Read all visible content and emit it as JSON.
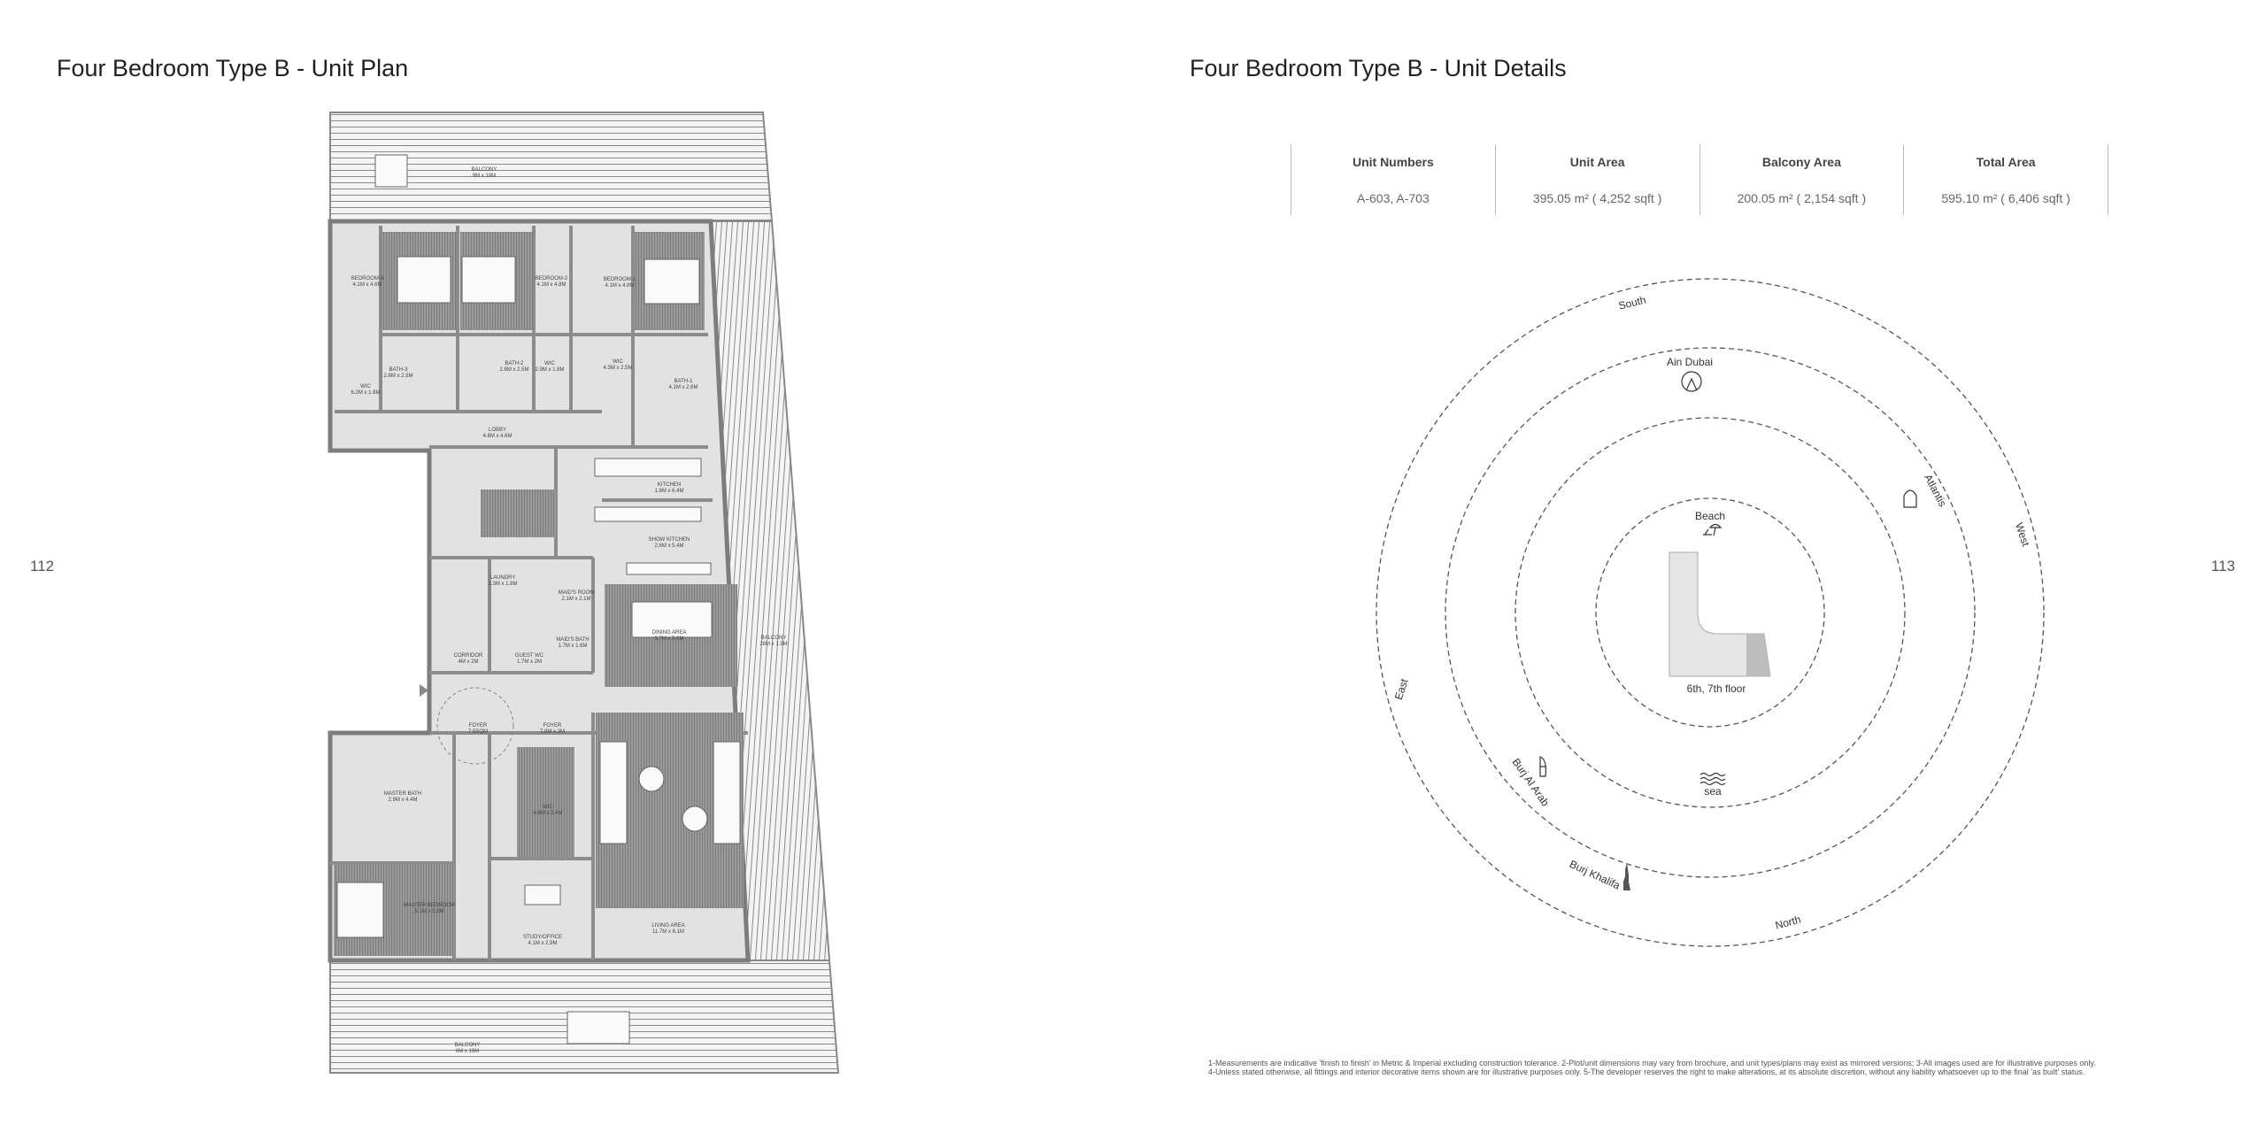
{
  "left_page": {
    "title": "Four Bedroom Type B - Unit Plan",
    "page_number": "112",
    "rooms": [
      {
        "name": "BALCONY",
        "dims": "9M x 18M"
      },
      {
        "name": "BEDROOM-3",
        "dims": "4.1M x 4.6M"
      },
      {
        "name": "BEDROOM-2",
        "dims": "4.1M x 4.8M"
      },
      {
        "name": "BEDROOM-1",
        "dims": "4.1M x 4.8M"
      },
      {
        "name": "BATH-3",
        "dims": "2.8M x 2.5M"
      },
      {
        "name": "BATH-2",
        "dims": "2.8M x 2.5M"
      },
      {
        "name": "WIC",
        "dims": "2.9M x 1.8M"
      },
      {
        "name": "WIC",
        "dims": "4.3M x 2.5M"
      },
      {
        "name": "BATH-1",
        "dims": "4.1M x 2.6M"
      },
      {
        "name": "WIC",
        "dims": "6.2M x 1.8M"
      },
      {
        "name": "LOBBY",
        "dims": "4.8M x 4.6M"
      },
      {
        "name": "KITCHEN",
        "dims": "1.8M x 6.4M"
      },
      {
        "name": "SHOW KITCHEN",
        "dims": "2.6M x 5.4M"
      },
      {
        "name": "LAUNDRY",
        "dims": "1.3M x 1.8M"
      },
      {
        "name": "MAID'S ROOM",
        "dims": "2.1M x 2.1M"
      },
      {
        "name": "DINING AREA",
        "dims": "3.7M x 5.6M"
      },
      {
        "name": "MAID'S BATH",
        "dims": "1.7M x 1.6M"
      },
      {
        "name": "GUEST WC",
        "dims": "1.7M x 2M"
      },
      {
        "name": "CORRIDOR",
        "dims": "4M x 2M"
      },
      {
        "name": "BALCONY",
        "dims": "28M x 1.9M"
      },
      {
        "name": "FOYER",
        "dims": "7.5SQM"
      },
      {
        "name": "FOYER",
        "dims": "7.8M x 2M"
      },
      {
        "name": "MASTER BATH",
        "dims": "2.9M x 4.4M"
      },
      {
        "name": "WIC",
        "dims": "4.6M x 2.4M"
      },
      {
        "name": "MASTER BEDROOM",
        "dims": "5.1M x 5.8M"
      },
      {
        "name": "STUDY/OFFICE",
        "dims": "4.1M x 2.9M"
      },
      {
        "name": "LIVING AREA",
        "dims": "11.7M x 6.1M"
      },
      {
        "name": "BALCONY",
        "dims": "6M x 19M"
      }
    ]
  },
  "right_page": {
    "title": "Four Bedroom Type B - Unit Details",
    "page_number": "113",
    "table": [
      {
        "header": "Unit Numbers",
        "value": "A-603, A-703"
      },
      {
        "header": "Unit Area",
        "value": "395.05 m² ( 4,252 sqft )"
      },
      {
        "header": "Balcony Area",
        "value": "200.05 m² ( 2,154 sqft )"
      },
      {
        "header": "Total Area",
        "value": "595.10 m² (  6,406 sqft )"
      }
    ],
    "compass": {
      "south": "South",
      "west": "West",
      "east": "East",
      "north": "North",
      "ain_dubai": "Ain Dubai",
      "atlantis": "Atlantis",
      "beach": "Beach",
      "floor": "6th, 7th floor",
      "sea": "sea",
      "burj_al_arab": "Burj Al Arab",
      "burj_khalifa": "Burj Khalifa"
    },
    "footnote_1": "1-Measurements are indicative 'finish to finish' in Metric & Imperial excluding construction tolerance. 2-Plot/unit dimensions may vary from brochure, and unit types/plans may exist as mirrored versions; 3-All images used are for illustrative purposes only.",
    "footnote_2": "4-Unless stated otherwise, all fittings and interior decorative items shown are for illustrative purposes only. 5-The developer reserves the right to make alterations, at its absolute discretion, without any liability whatsoever up to the final 'as built' status."
  }
}
